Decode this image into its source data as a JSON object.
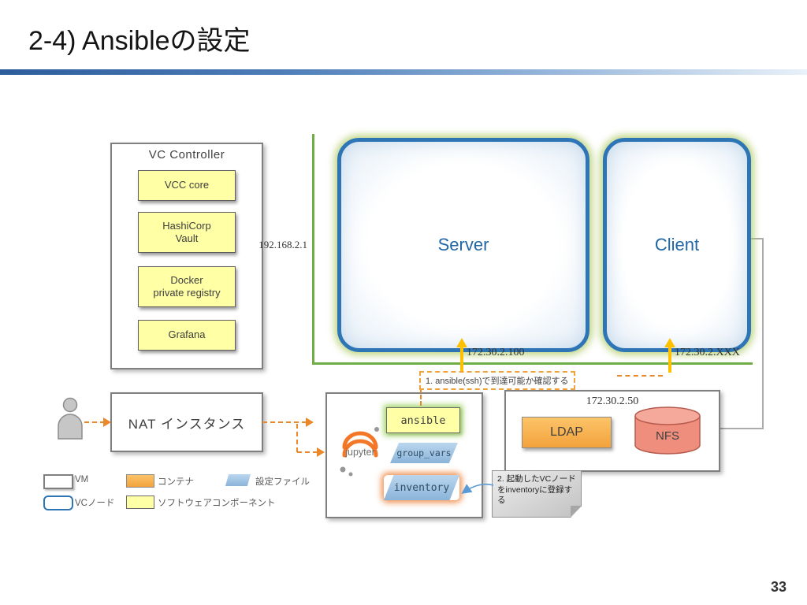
{
  "slide": {
    "title": "2-4) Ansibleの設定",
    "page_number": "33"
  },
  "colors": {
    "network_line": "#70ad47",
    "vc_node_border": "#2e75b6",
    "node_glow": "#aac85a",
    "container_fill": "#f6ab42",
    "software_fill": "#ffffa6",
    "config_file_fill": "#9dc3e6",
    "flow_dashed": "#e8882a",
    "uplink_arrow": "#ffc000",
    "nfs_fill": "#ef8e7d",
    "title_rule": "#2e5d9c"
  },
  "vc_controller": {
    "title": "VC Controller",
    "components": [
      "VCC core",
      "HashiCorp\nVault",
      "Docker\nprivate registry",
      "Grafana"
    ]
  },
  "network": {
    "controller_ip": "192.168.2.1",
    "server_ip": "172.30.2.100",
    "client_ip": "172.30.2.XXX"
  },
  "nodes": {
    "server": "Server",
    "client": "Client"
  },
  "nat": {
    "label": "NAT インスタンス"
  },
  "ansible_vm": {
    "ansible": "ansible",
    "group_vars": "group_vars",
    "inventory": "inventory",
    "jupyter": "jupyter"
  },
  "storage_vm": {
    "ip": "172.30.2.50",
    "ldap": "LDAP",
    "nfs": "NFS"
  },
  "annotations": {
    "step1": "1. ansible(ssh)で到達可能か確認する",
    "step2": "2. 起動したVCノードをinventoryに登録する"
  },
  "legend": {
    "vm": "VM",
    "vc_node": "VCノード",
    "container": "コンテナ",
    "software": "ソフトウェアコンポーネント",
    "config_file": "設定ファイル"
  }
}
